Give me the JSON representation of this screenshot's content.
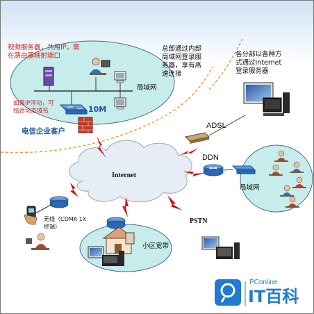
{
  "labels": {
    "video_server": "视频服务器，共用IP，需",
    "router_mapping": "在路由器映射端口",
    "dynamic_ip_1": "如果IP浮动，可",
    "dynamic_ip_2": "结合动态域名",
    "lan_top": "局域网",
    "bandwidth": "10M",
    "telecom_customer": "电信企业客户",
    "hq_1": "总部通过内部",
    "hq_2": "局域网登录服",
    "hq_3": "务器，享有高",
    "hq_4": "速连接",
    "branch_1": "各分部以各种方",
    "branch_2": "式通过Internet",
    "branch_3": "登录服务器",
    "adsl": "ADSL",
    "ddn": "DDN",
    "internet": "Internet",
    "lan_right": "局域网",
    "wireless_1": "无线（CDMA 1X",
    "wireless_2": "终端）",
    "pstn": "PSTN",
    "community": "小区宽带"
  },
  "watermark": {
    "brand_small": "PConline",
    "brand_large": "IT百科"
  },
  "colors": {
    "lan_fill": "#c6ecec",
    "cloud_fill": "#e7edf5",
    "label_red": "#d2231e",
    "label_blue": "#1f5aa8",
    "router_blue": "#3a7fc7",
    "orange_divider": "#f19a3a",
    "watermark_blue": "#1f7ad0"
  }
}
